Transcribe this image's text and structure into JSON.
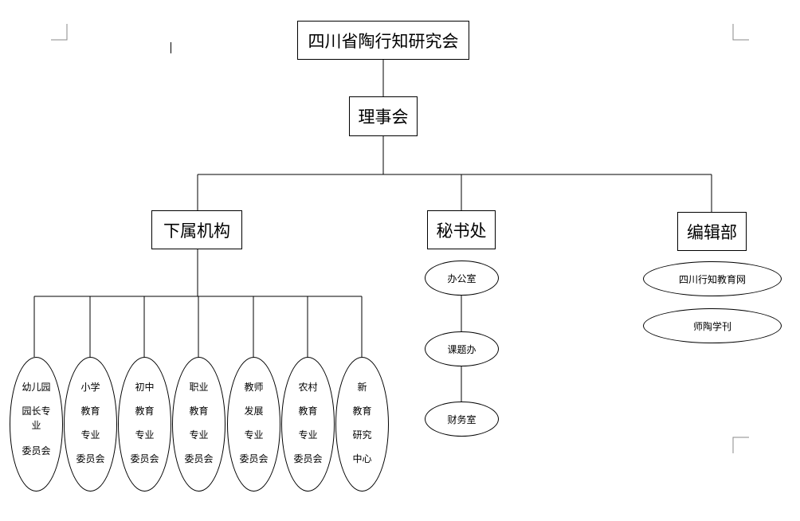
{
  "org": {
    "root": "四川省陶行知研究会",
    "council": "理事会",
    "branches": {
      "subordinate": "下属机构",
      "secretariat": "秘书处",
      "editorial": "编辑部"
    },
    "committees": [
      {
        "lines": [
          "幼儿园",
          "园长专",
          "业",
          "委员会"
        ]
      },
      {
        "lines": [
          "小学",
          "教育",
          "专业",
          "委员会"
        ]
      },
      {
        "lines": [
          "初中",
          "教育",
          "专业",
          "委员会"
        ]
      },
      {
        "lines": [
          "职业",
          "教育",
          "专业",
          "委员会"
        ]
      },
      {
        "lines": [
          "教师",
          "发展",
          "专业",
          "委员会"
        ]
      },
      {
        "lines": [
          "农村",
          "教育",
          "专业",
          "委员会"
        ]
      },
      {
        "lines": [
          "新",
          "教育",
          "研究",
          "中心"
        ]
      }
    ],
    "secretariat_units": [
      "办公室",
      "课题办",
      "财务室"
    ],
    "editorial_units": [
      "四川行知教育网",
      "师陶学刊"
    ]
  }
}
